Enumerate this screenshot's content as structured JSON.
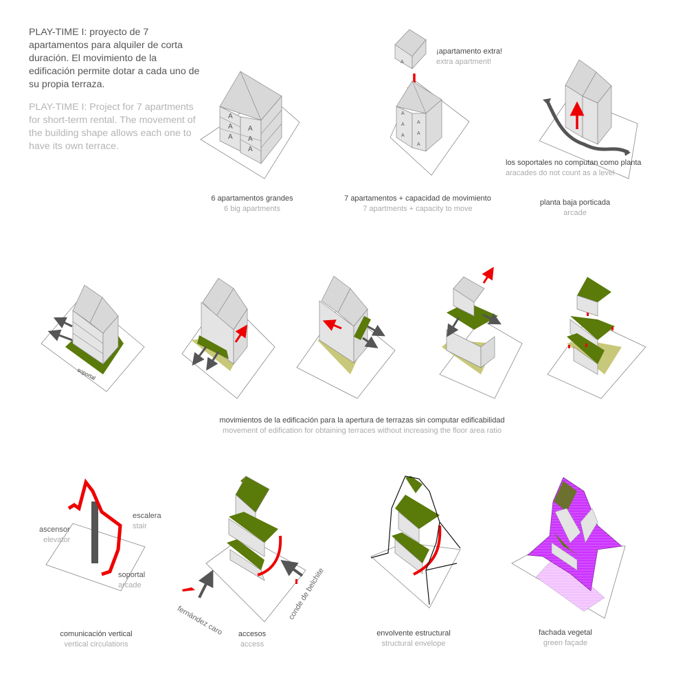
{
  "intro": {
    "es": "PLAY-TIME I: proyecto de 7 apartamentos para alquiler de corta duración. El movimiento de la edificación permite dotar a cada uno de su propia terraza.",
    "en": "PLAY-TIME I: Project for 7 apartments for short-term rental. The movement of the building shape allows each one to have its own terrace."
  },
  "colors": {
    "building_face": "#e0e0e0",
    "building_top": "#d6d6d6",
    "terrace_green": "#5a7a0a",
    "terrace_olive": "#c8c87a",
    "arrow_red": "#ee0000",
    "arrow_gray": "#555555",
    "facade_magenta": "#cc33ff",
    "text_es": "#444444",
    "text_en": "#aaaaaa"
  },
  "row1": {
    "diagrams": [
      {
        "caption_es": "6 apartamentos grandes",
        "caption_en": "6 big apartments",
        "unit_label": "A"
      },
      {
        "caption_es": "7 apartamentos + capacidad de movimiento",
        "caption_en": "7 apartments + capacity to move",
        "note_es": "¡apartamento extra!",
        "note_en": "extra apartment!"
      },
      {
        "caption_es": "planta baja porticada",
        "caption_en": "arcade",
        "note_es": "los soportales no computan como planta",
        "note_en": "aracades do not count as a level"
      }
    ]
  },
  "row2": {
    "first_label": "soportal",
    "caption_es": "movimientos de la edificación para la apertura de terrazas sin computar edificabilidad",
    "caption_en": "movement of edification for obtaining terraces without increasing the floor area ratio",
    "steps": 5
  },
  "row3": {
    "diagrams": [
      {
        "caption_es": "comunicación vertical",
        "caption_en": "vertical circulations",
        "labels": [
          {
            "es": "ascensor",
            "en": "elevator"
          },
          {
            "es": "escalera",
            "en": "stair"
          },
          {
            "es": "soportal",
            "en": "arcade"
          }
        ]
      },
      {
        "caption_es": "accesos",
        "caption_en": "access",
        "streets": [
          "fernández caro",
          "conde de belchite"
        ]
      },
      {
        "caption_es": "envolvente estructural",
        "caption_en": "structural envelope"
      },
      {
        "caption_es": "fachada vegetal",
        "caption_en": "green façade"
      }
    ]
  }
}
